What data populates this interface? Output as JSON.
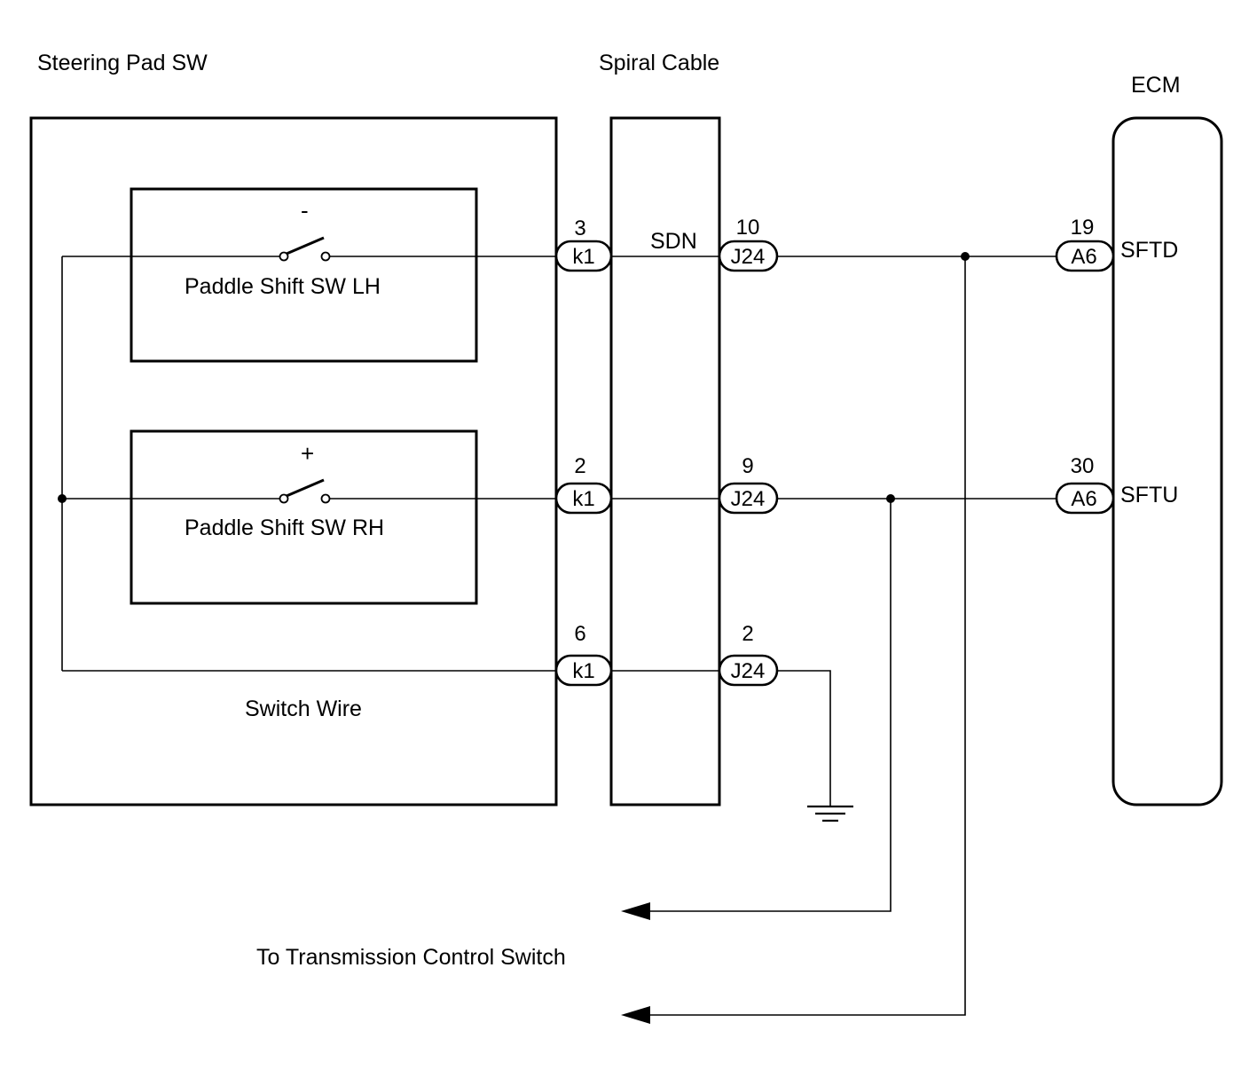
{
  "components": {
    "steering_pad_sw": "Steering Pad SW",
    "spiral_cable": "Spiral Cable",
    "ecm": "ECM",
    "paddle_lh": "Paddle Shift SW LH",
    "paddle_rh": "Paddle Shift SW RH",
    "switch_wire": "Switch Wire",
    "minus_symbol": "-",
    "plus_symbol": "+"
  },
  "signals": {
    "sdn": "SDN",
    "sftd": "SFTD",
    "sftu": "SFTU"
  },
  "connectors": {
    "k1_top": {
      "id": "k1",
      "pin": "3"
    },
    "k1_mid": {
      "id": "k1",
      "pin": "2"
    },
    "k1_bot": {
      "id": "k1",
      "pin": "6"
    },
    "j24_top": {
      "id": "J24",
      "pin": "10"
    },
    "j24_mid": {
      "id": "J24",
      "pin": "9"
    },
    "j24_bot": {
      "id": "J24",
      "pin": "2"
    },
    "a6_top": {
      "id": "A6",
      "pin": "19"
    },
    "a6_mid": {
      "id": "A6",
      "pin": "30"
    }
  },
  "note": "To Transmission Control Switch"
}
